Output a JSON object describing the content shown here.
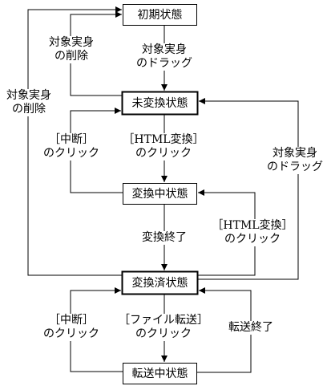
{
  "states": {
    "initial": "初期状態",
    "unconverted": "未変換状態",
    "converting": "変換中状態",
    "converted": "変換済状態",
    "transferring": "転送中状態"
  },
  "transitions": {
    "delete_to_initial": [
      "対象実身",
      "の削除"
    ],
    "drag_to_unconverted": [
      "対象実身",
      "のドラッグ"
    ],
    "outer_delete": [
      "対象実身",
      "の削除"
    ],
    "cancel_convert": [
      "［中断］",
      "のクリック"
    ],
    "html_convert_click": [
      "［HTML変換］",
      "のクリック"
    ],
    "right_drag": [
      "対象実身",
      "のドラッグ"
    ],
    "convert_done": [
      "変換終了"
    ],
    "html_convert_click_again": [
      "［HTML変換］",
      "のクリック"
    ],
    "cancel_transfer": [
      "［中断］",
      "のクリック"
    ],
    "file_transfer_click": [
      "［ファイル転送］",
      "のクリック"
    ],
    "transfer_done": [
      "転送終了"
    ]
  },
  "colors": {
    "line": "#000000",
    "background": "#ffffff"
  }
}
